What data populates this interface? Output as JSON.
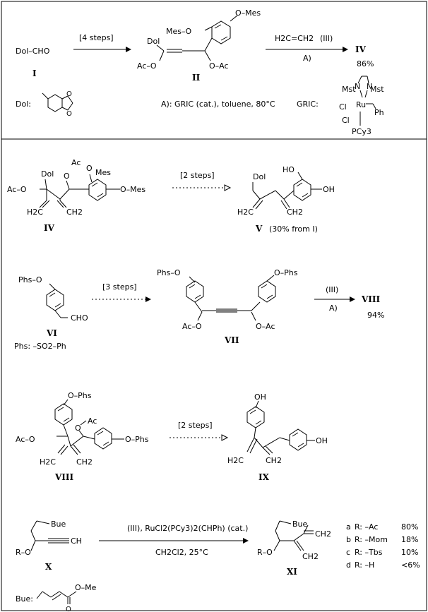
{
  "scheme1": {
    "start": "Dol–CHO",
    "start_label": "I",
    "step1_cond": "[4 steps]",
    "p2_mes_top": "O–Mes",
    "p2_mes_left": "Mes–O",
    "p2_dol": "Dol",
    "p2_aco": "Ac–O",
    "p2_oac": "O–Ac",
    "p2_label": "II",
    "reagent_formula": "H2C=CH2",
    "reagent_id": "(III)",
    "cond_A": "A)",
    "p4_label": "IV",
    "p4_yield": "86%",
    "dol_legend": "Dol:",
    "cond_A_full": "A): GRIC (cat.), toluene, 80°C",
    "gric_label": "GRIC:",
    "gric_mst1": "Mst",
    "gric_mst2": "Mst",
    "gric_n1": "N",
    "gric_n2": "N",
    "gric_cl1": "Cl",
    "gric_ru": "Ru",
    "gric_ph": "Ph",
    "gric_cl2": "Cl",
    "gric_pcy3": "PCy3"
  },
  "scheme2": {
    "mes": "Mes",
    "ac": "Ac",
    "o1": "O",
    "o2": "O",
    "dol": "Dol",
    "aco": "Ac–O",
    "omes": "O–Mes",
    "h2c": "H2C",
    "ch2": "CH2",
    "label_iv": "IV",
    "steps": "[2 steps]",
    "dol2": "Dol",
    "ho": "HO",
    "oh": "OH",
    "h2c2": "H2C",
    "ch2b": "CH2",
    "label_v": "V",
    "yield_v": "(30% from I)"
  },
  "scheme3": {
    "phs_o": "Phs–O",
    "cho": "CHO",
    "label_vi": "VI",
    "phs_def": "Phs: –SO2–Ph",
    "steps": "[3 steps]",
    "phs_o_l": "Phs–O",
    "o_phs_r": "O–Phs",
    "aco": "Ac–O",
    "oac": "O–Ac",
    "label_vii": "VII",
    "reagent_id": "(III)",
    "cond_A": "A)",
    "label_viii": "VIII",
    "yield_viii": "94%"
  },
  "scheme4": {
    "o_phs_top": "O–Phs",
    "o_ac": "O",
    "ac": "Ac",
    "aco": "Ac–O",
    "o_phs_r": "O–Phs",
    "h2c": "H2C",
    "ch2": "CH2",
    "label_viii": "VIII",
    "steps": "[2 steps]",
    "oh_top": "OH",
    "oh_r": "OH",
    "h2c2": "H2C",
    "ch2b": "CH2",
    "label_ix": "IX"
  },
  "scheme5": {
    "bue": "Bue",
    "ro": "R–O",
    "ch": "CH",
    "label_x": "X",
    "cond_top": "(III), RuCl2(PCy3)2(CHPh) (cat.)",
    "cond_bottom": "CH2Cl2, 25°C",
    "bue2": "Bue",
    "ro2": "R–O",
    "ch2a": "CH2",
    "ch2b": "CH2",
    "label_xi": "XI",
    "bue_def": "Bue:",
    "ome": "O–Me",
    "o_carbonyl": "O",
    "results": [
      {
        "key": "a",
        "r": "R: –Ac",
        "yield": "80%"
      },
      {
        "key": "b",
        "r": "R: –Mom",
        "yield": "18%"
      },
      {
        "key": "c",
        "r": "R: –Tbs",
        "yield": "10%"
      },
      {
        "key": "d",
        "r": "R: –H",
        "yield": "<6%"
      }
    ]
  }
}
